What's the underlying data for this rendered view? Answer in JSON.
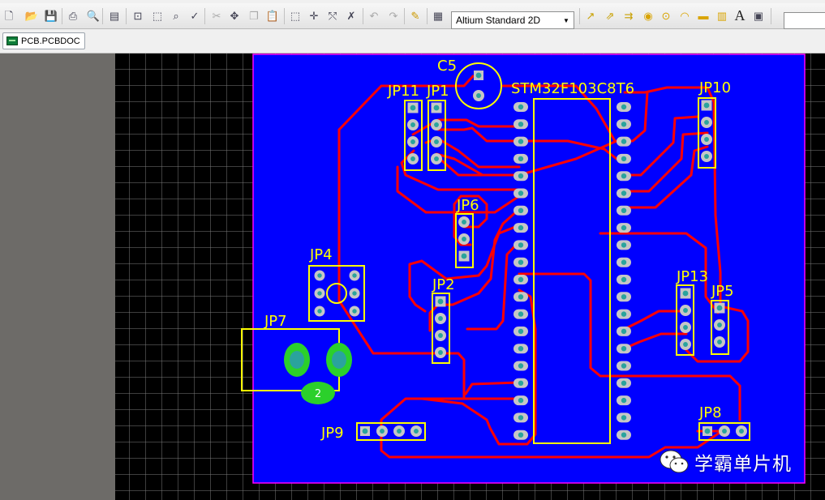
{
  "toolbar": {
    "view_mode": "Altium Standard 2D",
    "icons": [
      "new-file-icon",
      "open-folder-icon",
      "save-icon",
      "print-icon",
      "print-preview-icon",
      "document-icon",
      "zoom-fit-icon",
      "zoom-area-icon",
      "zoom-selected-icon",
      "zoom-filter-icon",
      "cut-icon",
      "move-icon",
      "copy-icon",
      "paste-icon",
      "select-area-icon",
      "cross-move-icon",
      "move-selection-icon",
      "delete-selection-icon",
      "undo-icon",
      "redo-icon",
      "highlight-icon",
      "component-library-icon",
      "route-track-icon",
      "route-differential-icon",
      "route-multiple-icon",
      "place-pad-icon",
      "place-via-icon",
      "place-arc-icon",
      "place-fill-icon",
      "place-polygon-icon",
      "place-string-icon",
      "place-component-icon"
    ]
  },
  "tabs": {
    "active": "PCB.PCBDOC"
  },
  "pcb": {
    "title": "STM32F103C8T6",
    "designators": {
      "c5": "C5",
      "jp11": "JP11",
      "jp1": "JP1",
      "jp10": "JP10",
      "jp6": "JP6",
      "jp4": "JP4",
      "jp2": "JP2",
      "jp7": "JP7",
      "jp13": "JP13",
      "jp5": "JP5",
      "jp9": "JP9",
      "jp8": "JP8",
      "jp7_pad": "2"
    },
    "colors": {
      "board": "#0000ff",
      "top_layer": "#ff0000",
      "overlay": "#ffff00",
      "pad": "#c6c6c6",
      "pad_hole": "#2aa39d",
      "jp7_pads": "#2bd02b",
      "grid_bg": "#000000",
      "grid_line": "#7c7c7c",
      "board_outline": "#ff00ff"
    }
  },
  "watermark": {
    "text": "学霸单片机"
  }
}
